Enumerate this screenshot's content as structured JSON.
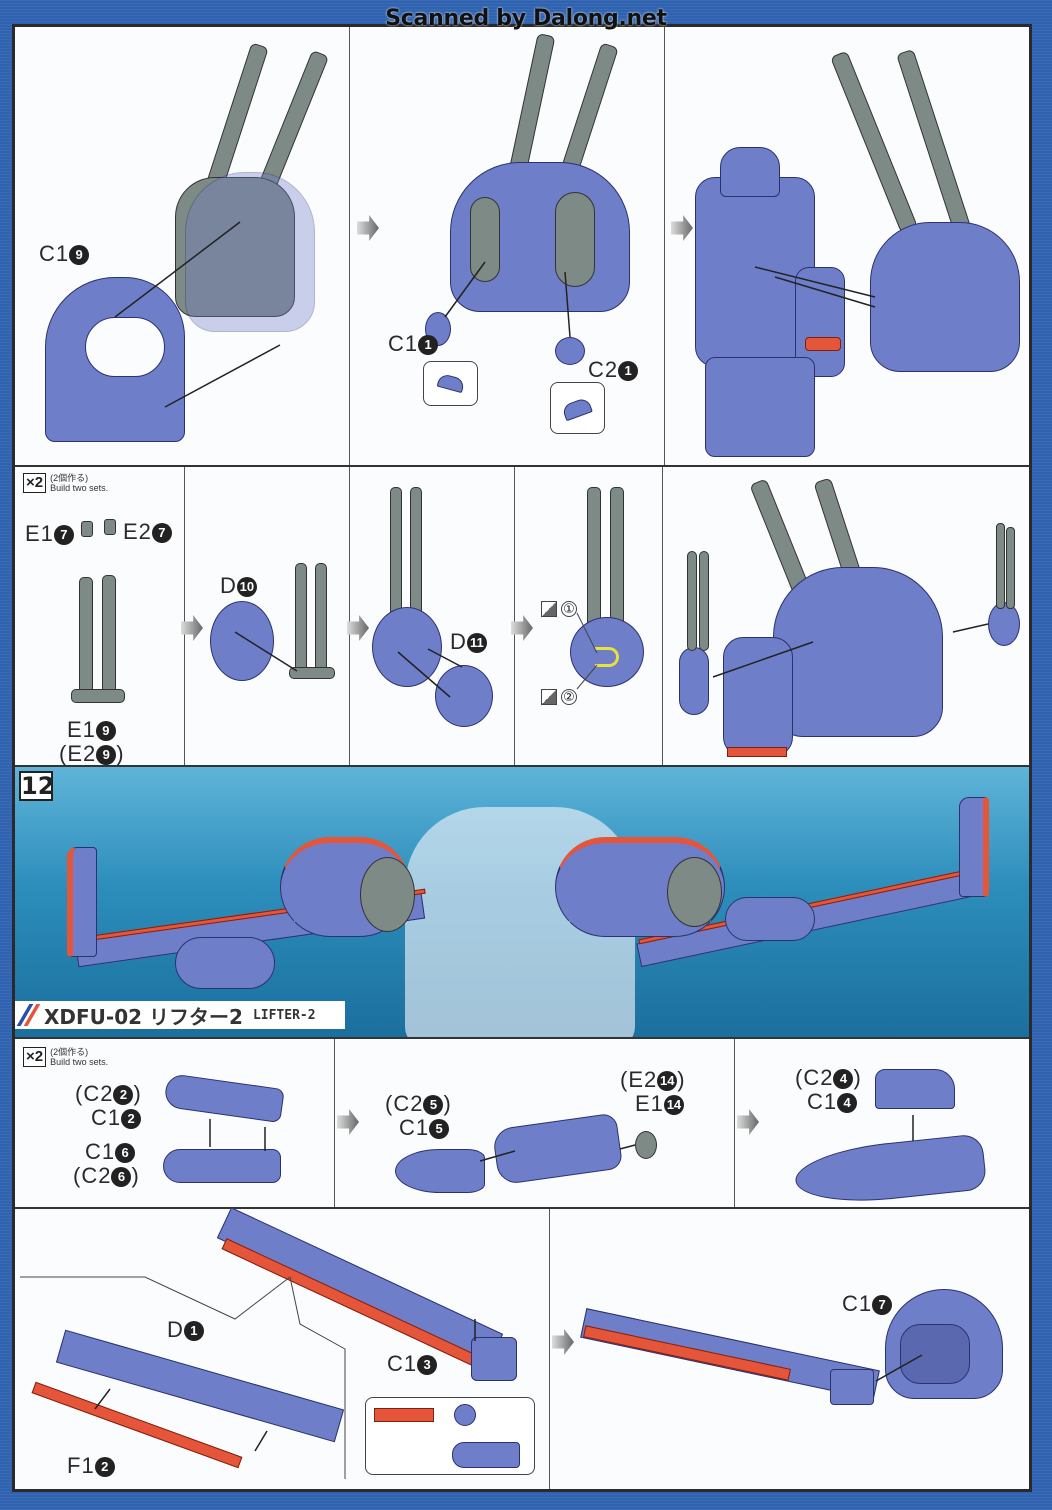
{
  "watermark": "Scanned by Dalong.net",
  "row1": {
    "panel1": {
      "labels": [
        {
          "part": "C1",
          "num": "9",
          "underline": true
        }
      ]
    },
    "panel2": {
      "labels": [
        {
          "part": "C1",
          "num": "1"
        },
        {
          "part": "C2",
          "num": "1"
        }
      ]
    },
    "panel3": {
      "labels": []
    }
  },
  "row2": {
    "multiplier": {
      "badge": "×2",
      "jp": "(2個作る)",
      "en": "Build two sets."
    },
    "panel1": {
      "top_left": {
        "part": "E1",
        "num": "7"
      },
      "top_right": {
        "part": "E2",
        "num": "7"
      },
      "bottom": {
        "part": "E1",
        "num": "9",
        "underline": true
      },
      "bottom_alt": {
        "part": "(E2",
        "num": "9",
        "suffix": ")",
        "underline": true
      }
    },
    "panel2": {
      "label": {
        "part": "D",
        "num": "10"
      }
    },
    "panel3": {
      "label": {
        "part": "D",
        "num": "11"
      }
    },
    "panel4": {
      "sticker_steps": [
        "①",
        "②"
      ]
    },
    "panel5": {
      "labels": []
    }
  },
  "step12": {
    "step_number": "12",
    "model_code": "XDFU-02 リフター2",
    "model_name": "LIFTER-2",
    "stripe_colors": [
      "#2b4fa8",
      "#e4553a"
    ]
  },
  "row3": {
    "multiplier": {
      "badge": "×2",
      "jp": "(2個作る)",
      "en": "Build two sets."
    },
    "panel1": {
      "labels": [
        {
          "part": "(C2",
          "num": "2",
          "suffix": ")"
        },
        {
          "part": "C1",
          "num": "2"
        },
        {
          "part": "C1",
          "num": "6",
          "underline": true
        },
        {
          "part": "(C2",
          "num": "6",
          "suffix": ")",
          "underline": true
        }
      ]
    },
    "panel2": {
      "labels": [
        {
          "part": "(C2",
          "num": "5",
          "suffix": ")"
        },
        {
          "part": "C1",
          "num": "5"
        },
        {
          "part": "(E2",
          "num": "14",
          "suffix": ")"
        },
        {
          "part": "E1",
          "num": "14"
        }
      ]
    },
    "panel3": {
      "labels": [
        {
          "part": "(C2",
          "num": "4",
          "suffix": ")"
        },
        {
          "part": "C1",
          "num": "4"
        }
      ]
    }
  },
  "row4": {
    "panel1": {
      "labels": [
        {
          "part": "D",
          "num": "1"
        },
        {
          "part": "F1",
          "num": "2"
        },
        {
          "part": "C1",
          "num": "3"
        }
      ]
    },
    "panel2": {
      "labels": [
        {
          "part": "C1",
          "num": "7"
        }
      ]
    }
  },
  "colors": {
    "part_blue": "#6f7ec8",
    "frame_grey": "#7d8a86",
    "accent_red": "#e4553a",
    "sticker_yellow": "#e8e040",
    "background_blue": "#2f63b0",
    "banner_teal": "#2c8dbb"
  }
}
